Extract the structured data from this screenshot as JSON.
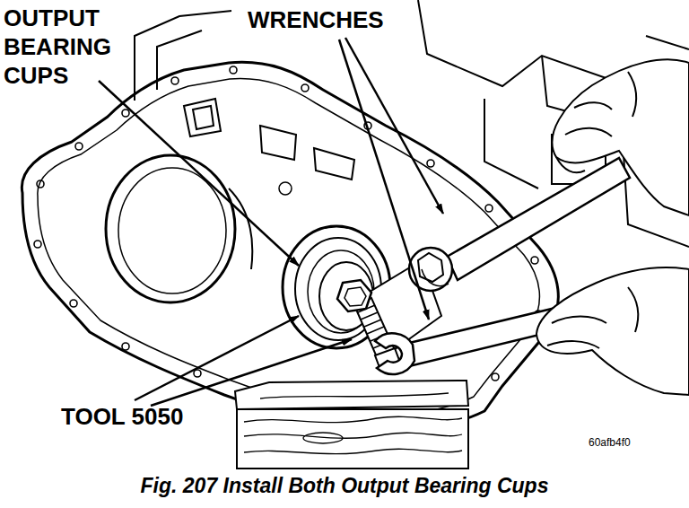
{
  "diagram": {
    "caption": "Fig. 207 Install Both Output Bearing Cups",
    "labels": [
      "OUTPUT BEARING CUPS",
      "WRENCHES",
      "TOOL 5050",
      "60afb4f0"
    ]
  }
}
